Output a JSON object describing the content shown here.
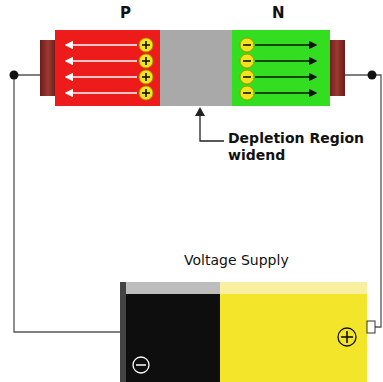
{
  "diagram": {
    "labels": [
      "P",
      "N",
      "Depletion Region widend",
      "Voltage Supply"
    ]
  }
}
